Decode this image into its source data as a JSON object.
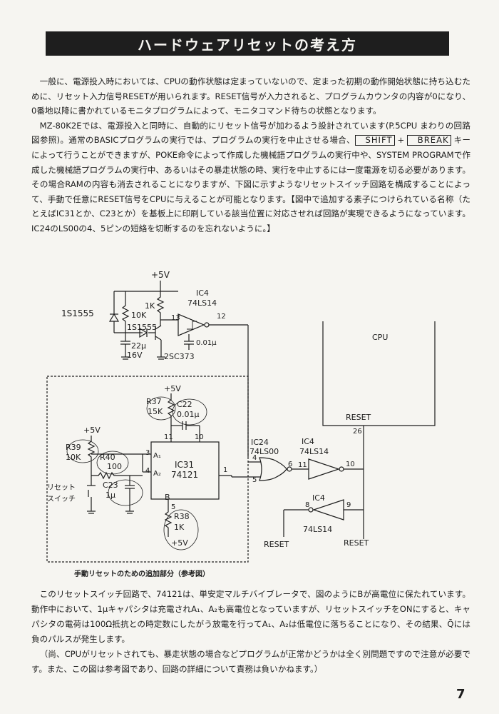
{
  "title": "ハードウェアリセットの考え方",
  "intro": {
    "p1": "一般に、電源投入時においては、CPUの動作状態は定まっていないので、定まった初期の動作開始状態に持ち込むために、リセット入力信号RESETが用いられます。RESET信号が入力されると、プログラムカウンタの内容が0になり、0番地以降に書かれているモニタプログラムによって、モニタコマンド待ちの状態となります。",
    "p2a": "MZ-80K2Eでは、電源投入と同時に、自動的にリセット信号が加わるよう設計されています(P.5CPU まわりの回路図参照)。通常のBASICプログラムの実行では、プログラムの実行を中止させる場合、",
    "key_shift": "SHIFT",
    "plus": " + ",
    "key_break": "BREAK",
    "p2b": " キーによって行うことができますが、POKE命令によって作成した機械語プログラムの実行中や、SYSTEM PROGRAMで作成した機械語プログラムの実行中、あるいはその暴走状態の時、実行を中止するには一度電源を切る必要があります。その場合RAMの内容も消去されることになりますが、下図に示すようなリセットスイッチ回路を構成することによって、手動で任意にRESET信号をCPUに与えることが可能となります。【図中で追加する素子につけられている名称（たとえばIC31とか、C23とか）を基板上に印刷している該当位置に対応させれば回路が実現できるようになっています。IC24のLS00の4、5ピンの短絡を切断するのを忘れないように。】"
  },
  "circuit": {
    "vcc": "+5V",
    "ic4_top": "IC4",
    "ls14_top": "74LS14",
    "pin13": "13",
    "pin12": "12",
    "r1k_top": "1K",
    "r10k": "10K",
    "d1": "1S1555",
    "d2": "1S1555",
    "cap22u": "22μ",
    "v16": "16V",
    "cap001": "0.01μ",
    "transistor": "2SC373",
    "cpu": "CPU",
    "reset": "RESET",
    "pin26": "26",
    "ic24": "IC24",
    "ls00": "74LS00",
    "ic4_mid": "IC4",
    "ls14_mid": "74LS14",
    "pin4": "4",
    "pin5": "5",
    "pin6": "6",
    "pin11": "11",
    "pin10": "10",
    "ic4_bot": "IC4",
    "ls14_bot": "74LS14",
    "pin8": "8",
    "pin9": "9",
    "reset_out1": "RESET",
    "reset_out2": "RESET",
    "r37": "R37",
    "r37v": "15K",
    "c22": "C22",
    "c22v": "0.01μ",
    "vcc_r37": "+5V",
    "pin11_ic31": "11",
    "pin10_ic31": "10",
    "r39": "R39",
    "r39v": "10K",
    "r40": "R40",
    "r40v": "100",
    "vcc_r39": "+5V",
    "pin3": "3",
    "pin4_ic31": "4",
    "a1": "A₁",
    "a2": "A₂",
    "ic31": "IC31",
    "ic31_type": "74121",
    "pin1": "1",
    "pinb": "B",
    "pin5_ic31": "5",
    "c23": "C23",
    "c23v": "1μ",
    "switch_label1": "リセット",
    "switch_label2": "スイッチ",
    "r38": "R38",
    "r38v": "1K",
    "vcc_r38": "+5V"
  },
  "caption": "手動リセットのための追加部分（参考図）",
  "lower": {
    "p1": "このリセットスイッチ回路で、74121は、単安定マルチバイブレータで、図のようにBが高電位に保たれています。動作中において、1μキャパシタは充電されA₁、A₂も高電位となっていますが、リセットスイッチをONにすると、キャパシタの電荷は100Ω抵抗との時定数にしたがう放電を行ってA₁、A₂は低電位に落ちることになり、その結果、Q̄には負のパルスが発生します。",
    "p2": "（尚、CPUがリセットされても、暴走状態の場合などプログラムが正常かどうかは全く別問題ですので注意が必要です。また、この図は参考図であり、回路の詳細について責務は負いかねます。）"
  },
  "page_number": "7"
}
